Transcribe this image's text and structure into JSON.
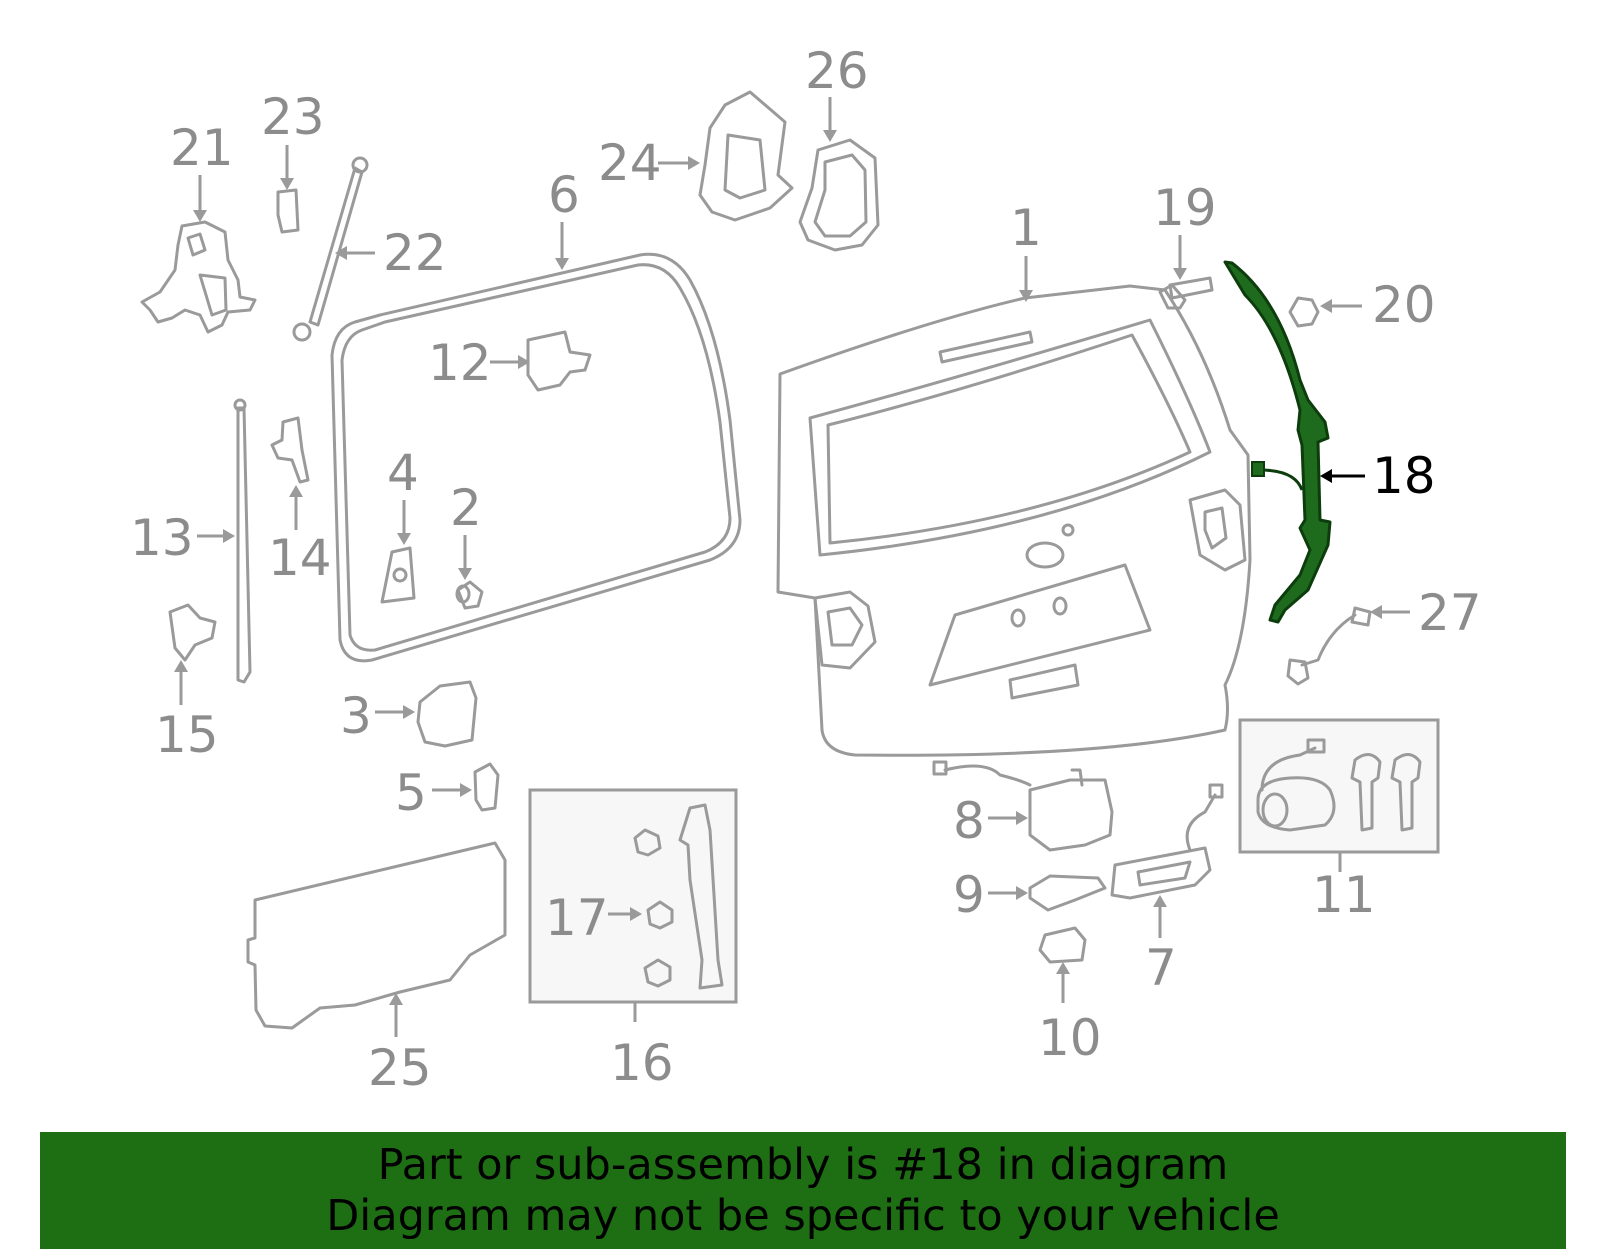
{
  "diagram": {
    "callouts": {
      "c1": "1",
      "c2": "2",
      "c3": "3",
      "c4": "4",
      "c5": "5",
      "c6": "6",
      "c7": "7",
      "c8": "8",
      "c9": "9",
      "c10": "10",
      "c11": "11",
      "c12": "12",
      "c13": "13",
      "c14": "14",
      "c15": "15",
      "c16": "16",
      "c17": "17",
      "c18": "18",
      "c19": "19",
      "c20": "20",
      "c21": "21",
      "c22": "22",
      "c23": "23",
      "c24": "24",
      "c25": "25",
      "c26": "26",
      "c27": "27"
    },
    "highlighted_part": "18",
    "colors": {
      "highlight_fill": "#1e6b1e",
      "part_stroke": "#9a9a9a",
      "callout_text": "#8c8c8c",
      "banner_bg": "#1e6e14"
    }
  },
  "banner": {
    "line1": "Part or sub-assembly is #18 in diagram",
    "line2": "Diagram may not be specific to your vehicle"
  }
}
